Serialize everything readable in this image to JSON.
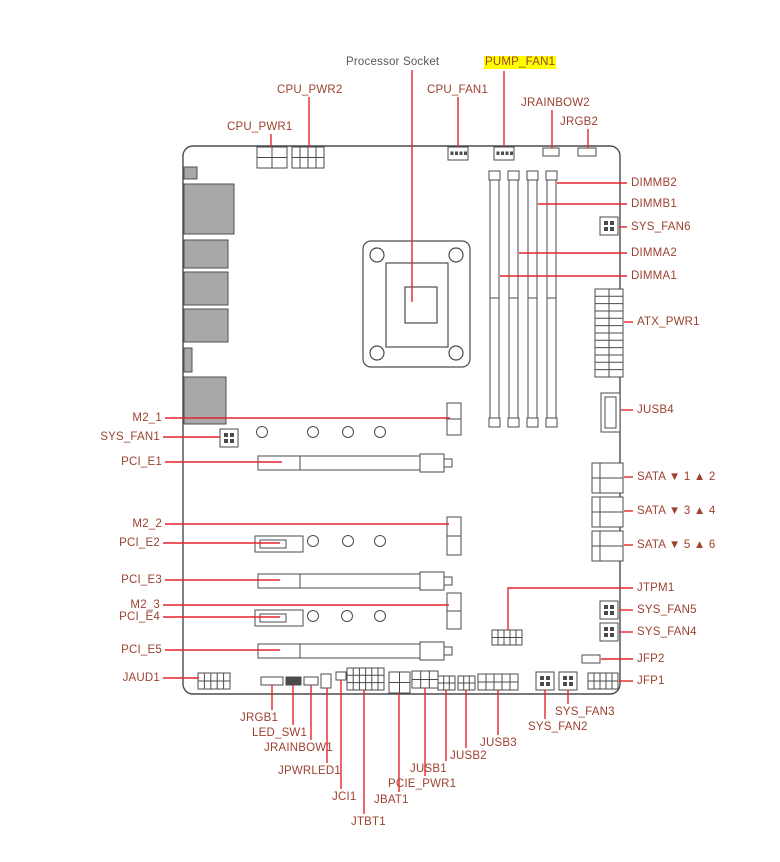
{
  "colors": {
    "label_text": "#9c4130",
    "socket_label_text": "#58595b",
    "leader_line": "#e3242b",
    "highlight": "#ffff00",
    "board_outline": "#4b4b4b",
    "io_block_fill": "#a8a8a8"
  },
  "labels": {
    "processor_socket": "Processor Socket",
    "pump_fan1": "PUMP_FAN1",
    "cpu_pwr2": "CPU_PWR2",
    "cpu_fan1": "CPU_FAN1",
    "jrainbow2": "JRAINBOW2",
    "cpu_pwr1": "CPU_PWR1",
    "jrgb2": "JRGB2",
    "dimmb2": "DIMMB2",
    "dimmb1": "DIMMB1",
    "sys_fan6": "SYS_FAN6",
    "dimma2": "DIMMA2",
    "dimma1": "DIMMA1",
    "atx_pwr1": "ATX_PWR1",
    "jusb4": "JUSB4",
    "sata_1_2": "SATA ▼ 1 ▲ 2",
    "sata_3_4": "SATA ▼ 3 ▲ 4",
    "sata_5_6": "SATA ▼ 5 ▲ 6",
    "jtpm1": "JTPM1",
    "sys_fan5": "SYS_FAN5",
    "sys_fan4": "SYS_FAN4",
    "jfp2": "JFP2",
    "jfp1": "JFP1",
    "m2_1": "M2_1",
    "sys_fan1": "SYS_FAN1",
    "pci_e1": "PCI_E1",
    "m2_2": "M2_2",
    "pci_e2": "PCI_E2",
    "pci_e3": "PCI_E3",
    "m2_3": "M2_3",
    "pci_e4": "PCI_E4",
    "pci_e5": "PCI_E5",
    "jaud1": "JAUD1",
    "jrgb1": "JRGB1",
    "led_sw1": "LED_SW1",
    "jrainbow1": "JRAINBOW1",
    "jpwrled1": "JPWRLED1",
    "jci1": "JCI1",
    "jtbt1": "JTBT1",
    "jbat1": "JBAT1",
    "pcie_pwr1": "PCIE_PWR1",
    "jusb1": "JUSB1",
    "jusb2": "JUSB2",
    "jusb3": "JUSB3",
    "sys_fan2": "SYS_FAN2",
    "sys_fan3": "SYS_FAN3"
  }
}
